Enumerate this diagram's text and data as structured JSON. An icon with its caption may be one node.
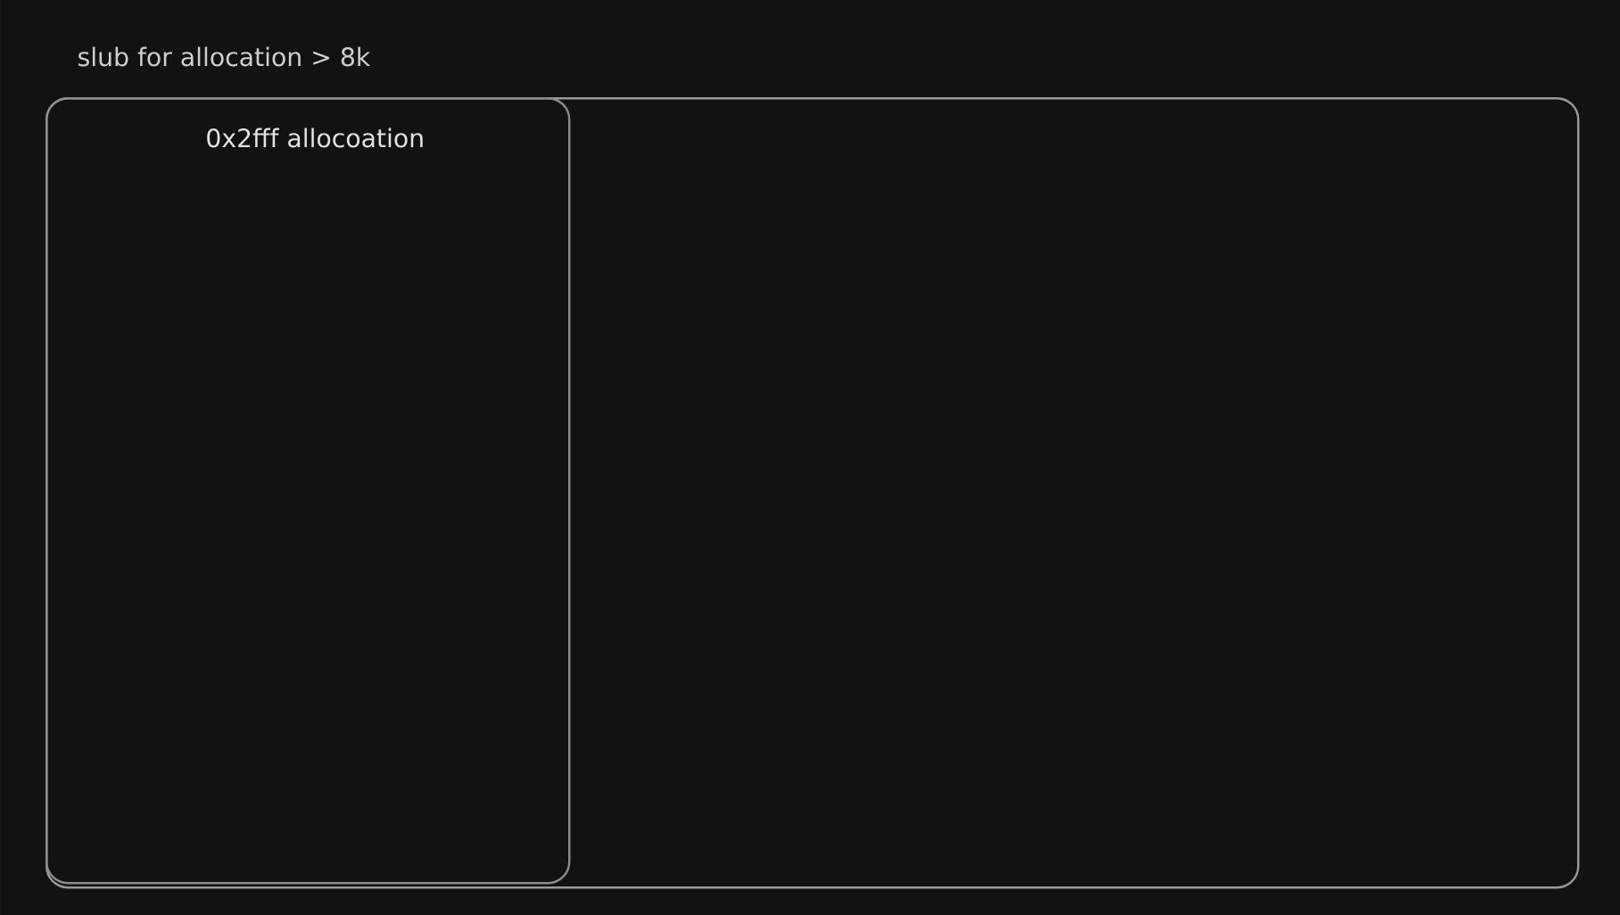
{
  "diagram": {
    "nodes": [
      {
        "text": [
          "slub for allocation > 8k"
        ]
      },
      {
        "text": [
          "0x2fff allocoation"
        ],
        "in": 0
      }
    ]
  }
}
